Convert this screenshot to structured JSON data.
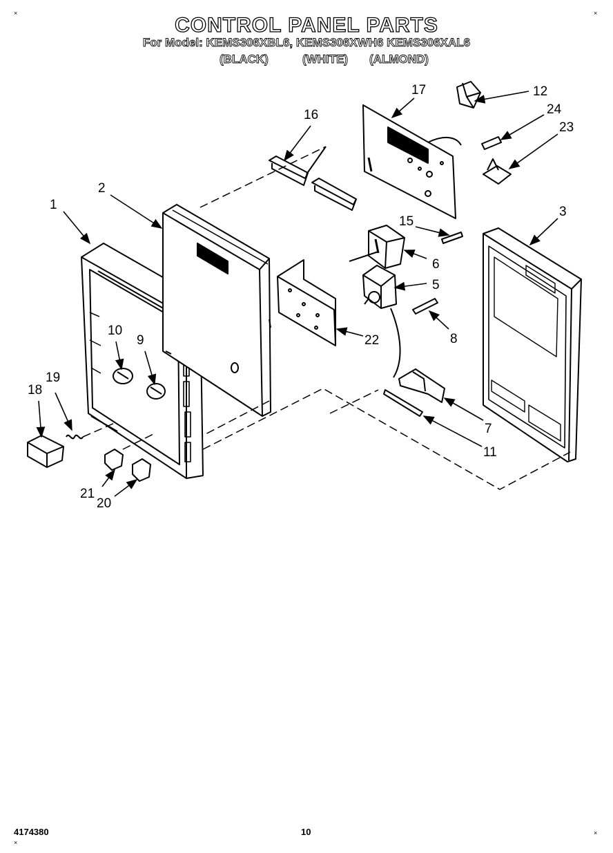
{
  "header": {
    "title": "CONTROL PANEL PARTS",
    "models_line": "For Model: KEMS306XBL6, KEMS306XWH6  KEMS306XAL6",
    "colors": [
      "(BLACK)",
      "(WHITE)",
      "(ALMOND)"
    ]
  },
  "footer": {
    "doc_number": "4174380",
    "page_number": "10"
  },
  "corner_mark": "×",
  "callouts": {
    "c1": "1",
    "c2": "2",
    "c3": "3",
    "c5": "5",
    "c6": "6",
    "c7": "7",
    "c8": "8",
    "c9": "9",
    "c10": "10",
    "c11": "11",
    "c12": "12",
    "c15": "15",
    "c16": "16",
    "c17": "17",
    "c18": "18",
    "c19": "19",
    "c20": "20",
    "c21": "21",
    "c22": "22",
    "c23": "23",
    "c24": "24"
  }
}
